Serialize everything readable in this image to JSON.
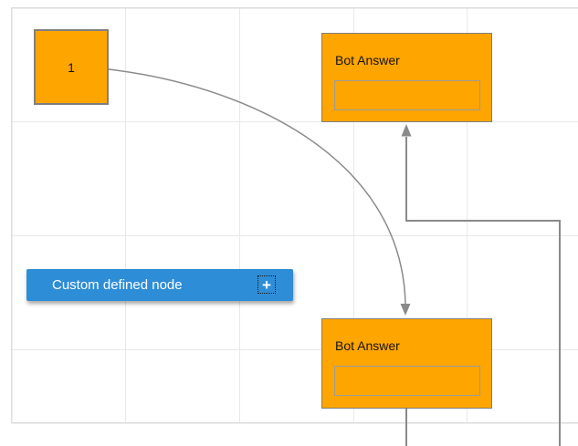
{
  "diagram": {
    "nodes": {
      "start": {
        "label": "1"
      },
      "bot_answer_top": {
        "title": "Bot Answer"
      },
      "bot_answer_bottom": {
        "title": "Bot Answer"
      },
      "custom": {
        "label": "Custom defined node",
        "add_icon": "+"
      }
    },
    "colors": {
      "node_orange": "#FFA500",
      "node_border_gray": "#7f7f7f",
      "input_border_gray": "#9b9b9b",
      "custom_node_blue": "#2E8DD7",
      "custom_node_text": "#ffffff",
      "connector_gray": "#8a8a8a",
      "grid_line": "#e8e8e8",
      "canvas_border": "#dcdcdc"
    }
  }
}
